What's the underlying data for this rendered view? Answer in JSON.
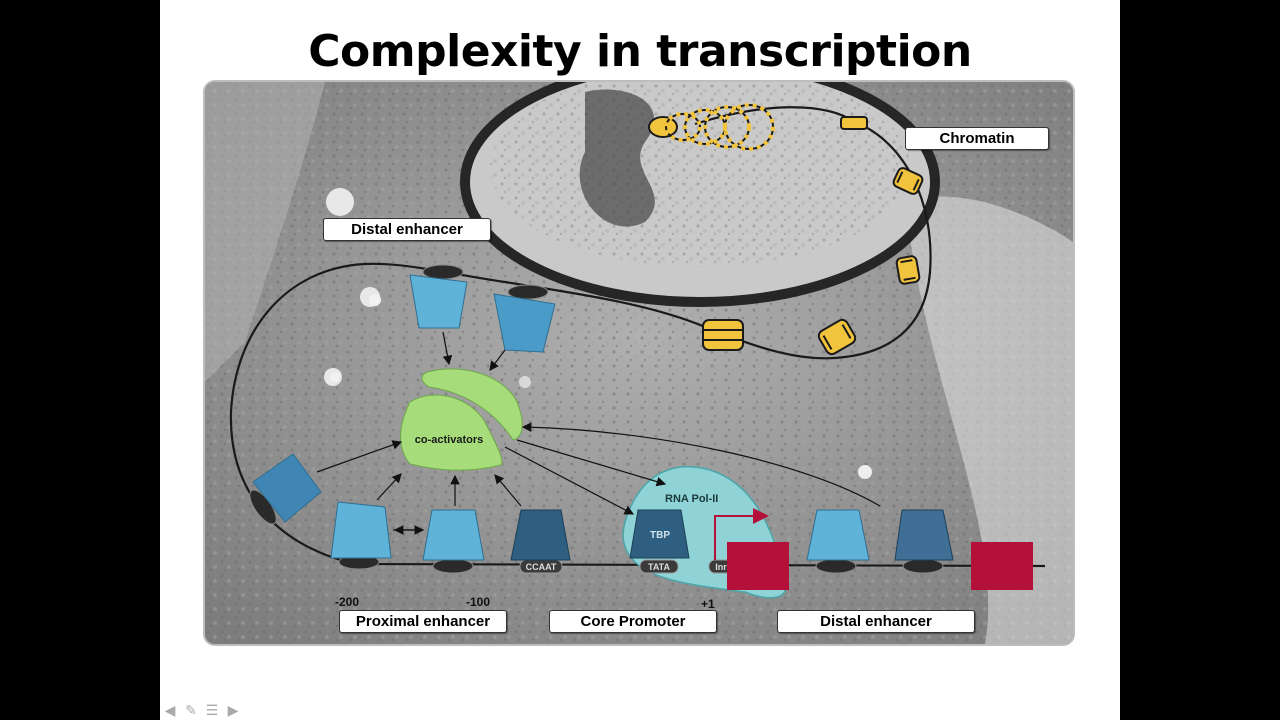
{
  "slide": {
    "title": "Complexity in transcription"
  },
  "labels": {
    "chromatin": "Chromatin",
    "distal_enhancer_top": "Distal enhancer",
    "proximal_enhancer": "Proximal enhancer",
    "core_promoter": "Core Promoter",
    "distal_enhancer_bottom": "Distal enhancer"
  },
  "diagram": {
    "coactivators": "co-activators",
    "rna_pol": "RNA Pol-II",
    "tbp": "TBP",
    "ccaat": "CCAAT",
    "tata": "TATA",
    "inr": "Inr",
    "pos_minus200": "-200",
    "pos_minus100": "-100",
    "pos_plus1": "+1"
  },
  "colors": {
    "factor_light": "#5fb2d8",
    "factor_mid": "#3f86b4",
    "factor_dark": "#2e5f80",
    "coactivator": "#a6dc7a",
    "rna_pol": "#8fd3d6",
    "gene_box": "#b3103a",
    "nucleosome": "#f2c43d"
  },
  "nav": {
    "icons": [
      "back-arrow-icon",
      "pen-icon",
      "menu-icon",
      "forward-arrow-icon"
    ]
  }
}
